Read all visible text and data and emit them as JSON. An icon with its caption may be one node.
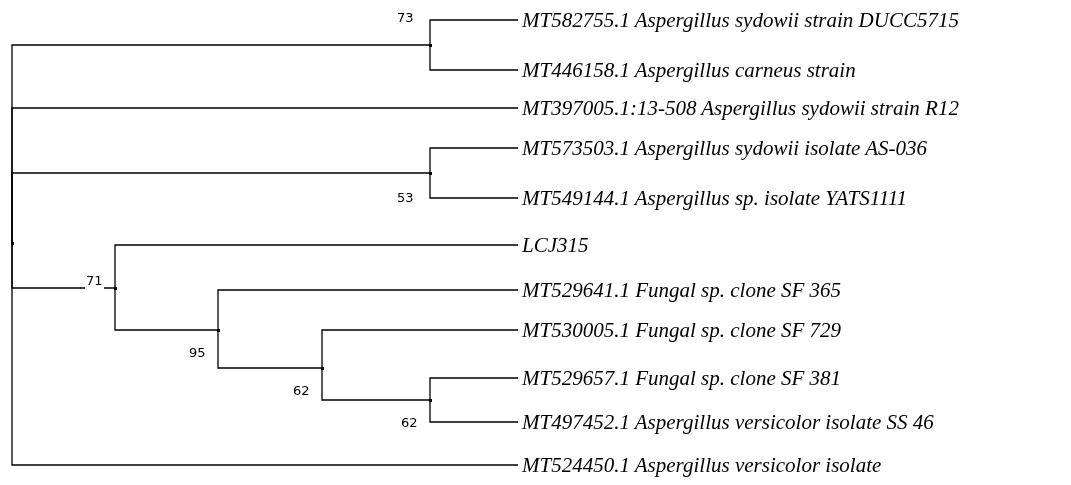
{
  "diagram": {
    "nodes": [
      {
        "text": [],
        "shape": "junction"
      },
      {
        "text": [],
        "shape": "junction",
        "beside": [
          "73"
        ]
      },
      {
        "text": [
          "MT582755.1 Aspergillus sydowii strain DUCC5715"
        ]
      },
      {
        "text": [
          "MT446158.1 Aspergillus carneus strain"
        ]
      },
      {
        "text": [
          "MT397005.1:13-508 Aspergillus sydowii strain R12"
        ]
      },
      {
        "text": [],
        "shape": "junction",
        "beside": [
          "53"
        ]
      },
      {
        "text": [
          "MT573503.1 Aspergillus sydowii isolate AS-036"
        ]
      },
      {
        "text": [
          "MT549144.1 Aspergillus sp. isolate YATS1111"
        ]
      },
      {
        "text": [],
        "shape": "junction",
        "beside": [
          "71"
        ]
      },
      {
        "text": [
          "LCJ315"
        ]
      },
      {
        "text": [],
        "shape": "junction",
        "beside": [
          "95"
        ]
      },
      {
        "text": [
          "MT529641.1 Fungal sp. clone SF 365"
        ]
      },
      {
        "text": [],
        "shape": "junction",
        "beside": [
          "62"
        ]
      },
      {
        "text": [
          "MT530005.1 Fungal sp. clone SF 729"
        ]
      },
      {
        "text": [],
        "shape": "junction",
        "beside": [
          "62"
        ]
      },
      {
        "text": [
          "MT529657.1 Fungal sp. clone SF 381"
        ]
      },
      {
        "text": [
          "MT497452.1 Aspergillus versicolor isolate SS 46"
        ]
      },
      {
        "text": [
          "MT524450.1 Aspergillus versicolor isolate"
        ]
      }
    ],
    "edges": [
      {
        "from": 0,
        "to": 1,
        "arrow": "none"
      },
      {
        "from": 1,
        "to": 2,
        "arrow": "none"
      },
      {
        "from": 1,
        "to": 3,
        "arrow": "none"
      },
      {
        "from": 0,
        "to": 4,
        "arrow": "none"
      },
      {
        "from": 0,
        "to": 5,
        "arrow": "none"
      },
      {
        "from": 5,
        "to": 6,
        "arrow": "none"
      },
      {
        "from": 5,
        "to": 7,
        "arrow": "none"
      },
      {
        "from": 0,
        "to": 8,
        "arrow": "none"
      },
      {
        "from": 8,
        "to": 9,
        "arrow": "none"
      },
      {
        "from": 8,
        "to": 10,
        "arrow": "none"
      },
      {
        "from": 10,
        "to": 11,
        "arrow": "none"
      },
      {
        "from": 10,
        "to": 12,
        "arrow": "none"
      },
      {
        "from": 12,
        "to": 13,
        "arrow": "none"
      },
      {
        "from": 12,
        "to": 14,
        "arrow": "none"
      },
      {
        "from": 14,
        "to": 15,
        "arrow": "none"
      },
      {
        "from": 14,
        "to": 16,
        "arrow": "none"
      },
      {
        "from": 0,
        "to": 17,
        "arrow": "none"
      }
    ]
  }
}
